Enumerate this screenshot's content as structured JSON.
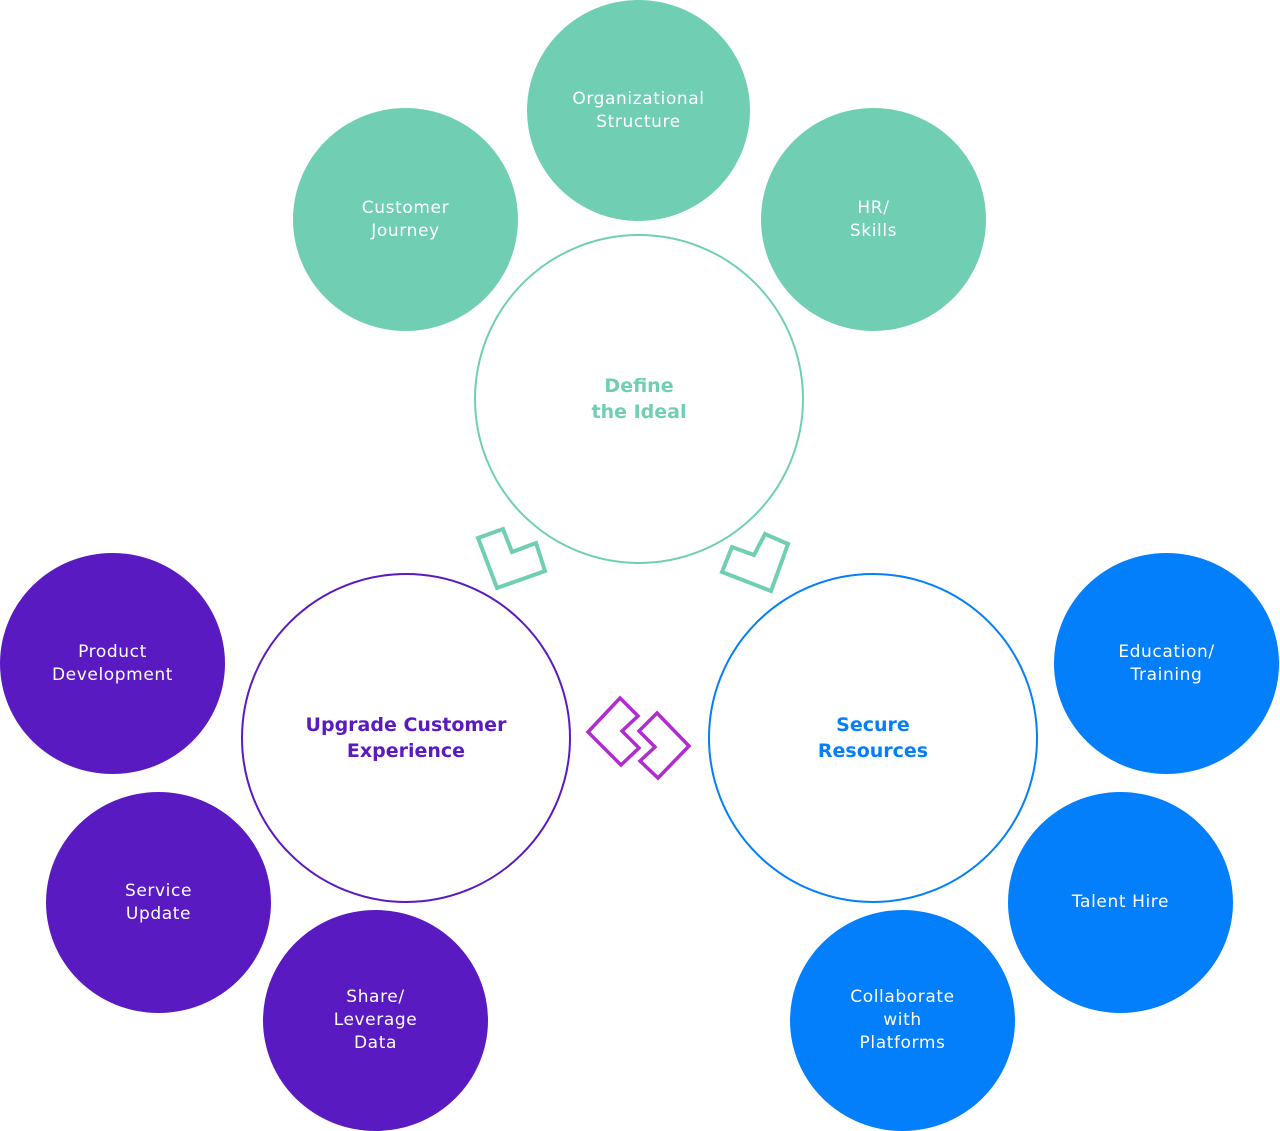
{
  "colors": {
    "teal": "#70CFB2",
    "purple": "#5A1AC2",
    "blue": "#047FFB",
    "connector_purple": "#B02CD0"
  },
  "hubs": {
    "define": {
      "label": "Define\nthe Ideal",
      "color": "#70CFB2"
    },
    "upgrade": {
      "label": "Upgrade Customer\nExperience",
      "color": "#5A1AC2"
    },
    "secure": {
      "label": "Secure\nResources",
      "color": "#047FFB"
    }
  },
  "define_items": [
    {
      "label": "Customer\nJourney"
    },
    {
      "label": "Organizational\nStructure"
    },
    {
      "label": "HR/\nSkills"
    }
  ],
  "upgrade_items": [
    {
      "label": "Product\nDevelopment"
    },
    {
      "label": "Service\nUpdate"
    },
    {
      "label": "Share/\nLeverage\nData"
    }
  ],
  "secure_items": [
    {
      "label": "Education/\nTraining"
    },
    {
      "label": "Talent Hire"
    },
    {
      "label": "Collaborate\nwith\nPlatforms"
    }
  ],
  "connectors": [
    {
      "icon": "l-chevron-arrow-icon",
      "from": "Define the Ideal",
      "to": "Upgrade Customer Experience"
    },
    {
      "icon": "l-chevron-arrow-icon",
      "from": "Define the Ideal",
      "to": "Secure Resources"
    },
    {
      "icon": "double-chevron-exchange-icon",
      "between": [
        "Upgrade Customer Experience",
        "Secure Resources"
      ]
    }
  ]
}
